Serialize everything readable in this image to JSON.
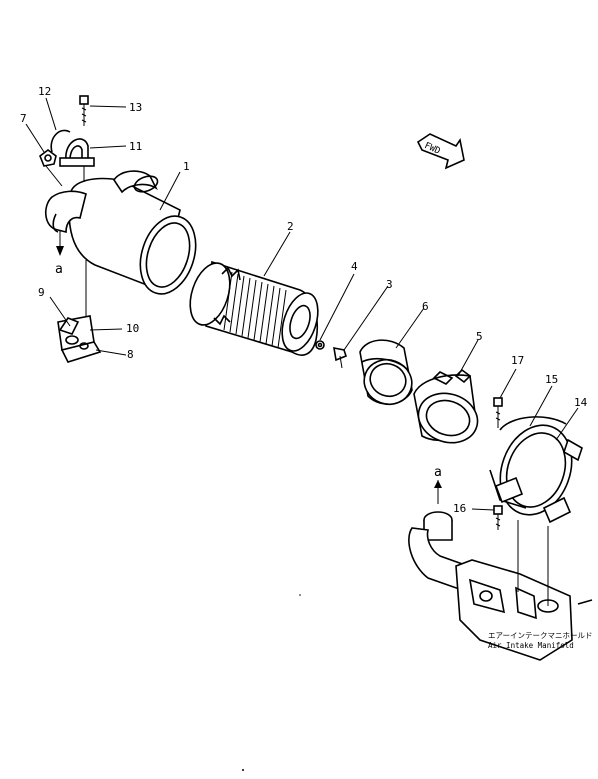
{
  "parts": [
    {
      "id": "1",
      "label": "1"
    },
    {
      "id": "2",
      "label": "2"
    },
    {
      "id": "3",
      "label": "3"
    },
    {
      "id": "4",
      "label": "4"
    },
    {
      "id": "5",
      "label": "5"
    },
    {
      "id": "6",
      "label": "6"
    },
    {
      "id": "7",
      "label": "7"
    },
    {
      "id": "8",
      "label": "8"
    },
    {
      "id": "9",
      "label": "9"
    },
    {
      "id": "10",
      "label": "10"
    },
    {
      "id": "11",
      "label": "11"
    },
    {
      "id": "12",
      "label": "12"
    },
    {
      "id": "13",
      "label": "13"
    },
    {
      "id": "14",
      "label": "14"
    },
    {
      "id": "15",
      "label": "15"
    },
    {
      "id": "16",
      "label": "16"
    },
    {
      "id": "17",
      "label": "17"
    }
  ],
  "direction_badge": "FWD",
  "connection_marker": "a",
  "manifold_label_jp": "エアーインテークマニホールド",
  "manifold_label_en": "Air Intake Manifold"
}
